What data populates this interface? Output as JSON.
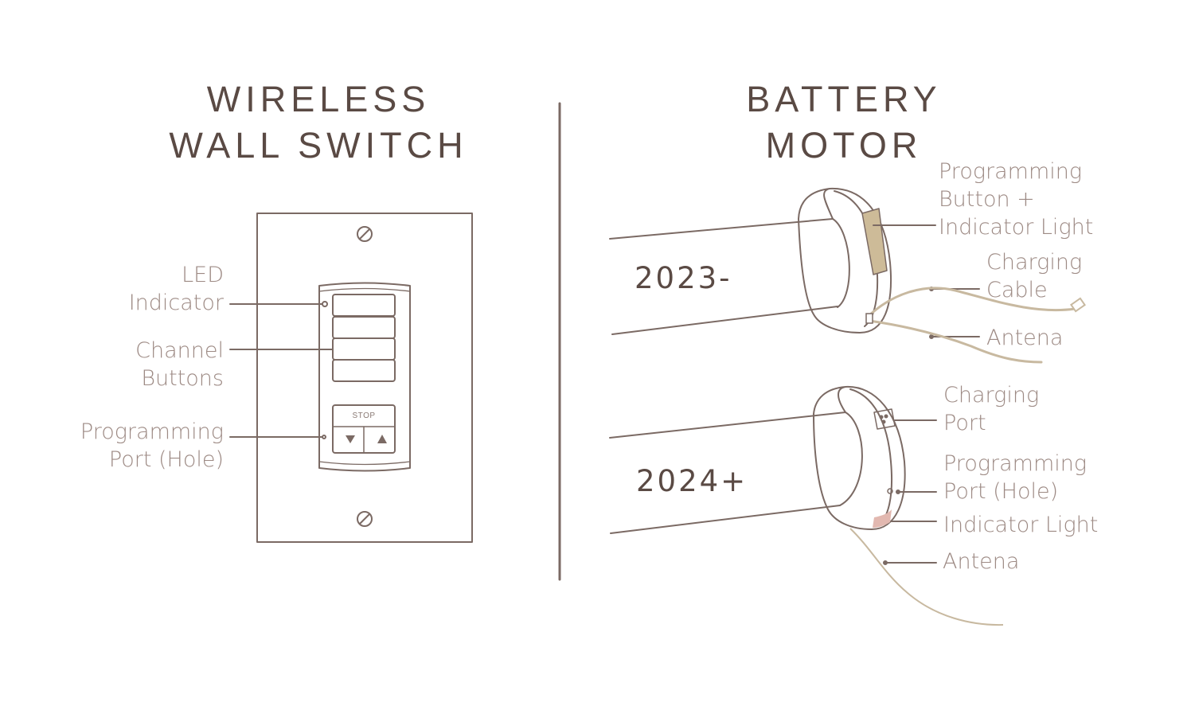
{
  "switch_panel": {
    "title": [
      "WIRELESS",
      "WALL SWITCH"
    ],
    "labels": {
      "led": [
        "LED",
        "Indicator"
      ],
      "channel": [
        "Channel",
        "Buttons"
      ],
      "programming": [
        "Programming",
        "Port (Hole)"
      ]
    },
    "stop_label": "STOP"
  },
  "motor_panel": {
    "title": [
      "BATTERY",
      "MOTOR"
    ],
    "motor_2023": {
      "year": "2023-",
      "labels": {
        "programming_button": [
          "Programming",
          "Button +",
          "Indicator Light"
        ],
        "charging_cable": [
          "Charging",
          "Cable"
        ],
        "antena": [
          "Antena"
        ]
      }
    },
    "motor_2024": {
      "year": "2024+",
      "labels": {
        "charging_port": [
          "Charging",
          "Port"
        ],
        "programming_port": [
          "Programming",
          "Port (Hole)"
        ],
        "indicator_light": [
          "Indicator Light"
        ],
        "antena": [
          "Antena"
        ]
      }
    }
  },
  "colors": {
    "outline": "#7b6a64",
    "title": "#5a4a44",
    "label": "#9d8a84",
    "cable": "#c8b9a0",
    "indicator": "#cdbb98",
    "indicator_2024": "#e2b8b0"
  },
  "icons": [
    "screw-icon",
    "arrow-down-icon",
    "arrow-up-icon",
    "usb-port-icon"
  ]
}
